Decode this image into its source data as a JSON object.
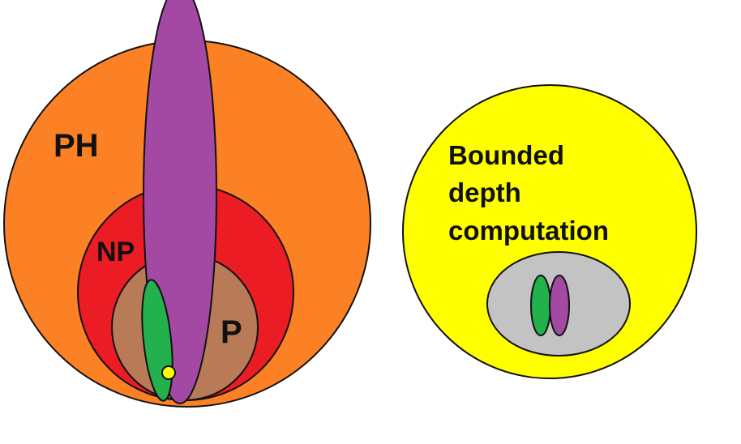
{
  "diagram": {
    "labels": {
      "ph": "PH",
      "np": "NP",
      "p": "P",
      "bounded_line1": "Bounded",
      "bounded_line2": "depth",
      "bounded_line3": "computation"
    },
    "colors": {
      "background": "#ffffff",
      "ph": "#fc8124",
      "np": "#ec1c24",
      "p": "#b97a57",
      "purple": "#a349a4",
      "green": "#22b14c",
      "yellow": "#ffff00",
      "gray": "#c3c3c3",
      "outline": "#111111"
    }
  }
}
